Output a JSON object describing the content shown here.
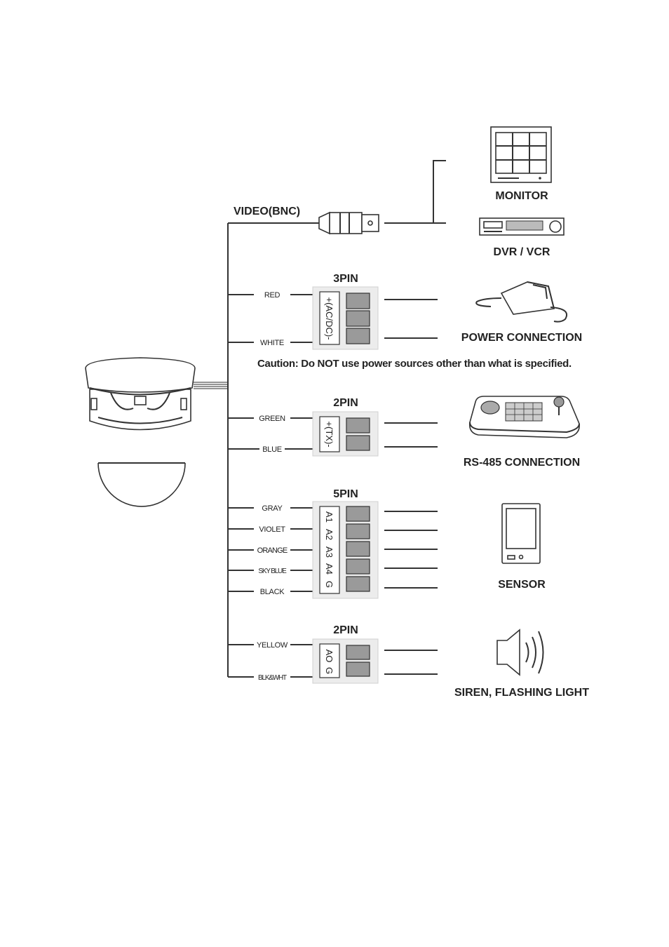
{
  "video": {
    "label": "VIDEO(BNC)"
  },
  "devices": {
    "monitor": "MONITOR",
    "dvr": "DVR / VCR",
    "power": "POWER CONNECTION",
    "rs485": "RS-485 CONNECTION",
    "sensor": "SENSOR",
    "siren": "SIREN, FLASHING LIGHT"
  },
  "caution": "Caution: Do NOT use power sources other than what is specified.",
  "blocks": {
    "power": {
      "title": "3PIN",
      "terminal": "+(AC/DC)-",
      "wires": [
        "RED",
        "WHITE"
      ]
    },
    "rs485": {
      "title": "2PIN",
      "terminal": "+(TX)-",
      "wires": [
        "GREEN",
        "BLUE"
      ]
    },
    "sensor": {
      "title": "5PIN",
      "terminals": [
        "A1",
        "A2",
        "A3",
        "A4",
        "G"
      ],
      "wires": [
        "GRAY",
        "VIOLET",
        "ORANGE",
        "SKY BLUE",
        "BLACK"
      ]
    },
    "alarm": {
      "title": "2PIN",
      "terminals": [
        "AO",
        "G"
      ],
      "wires": [
        "YELLOW",
        "BLK&WHT"
      ]
    }
  }
}
